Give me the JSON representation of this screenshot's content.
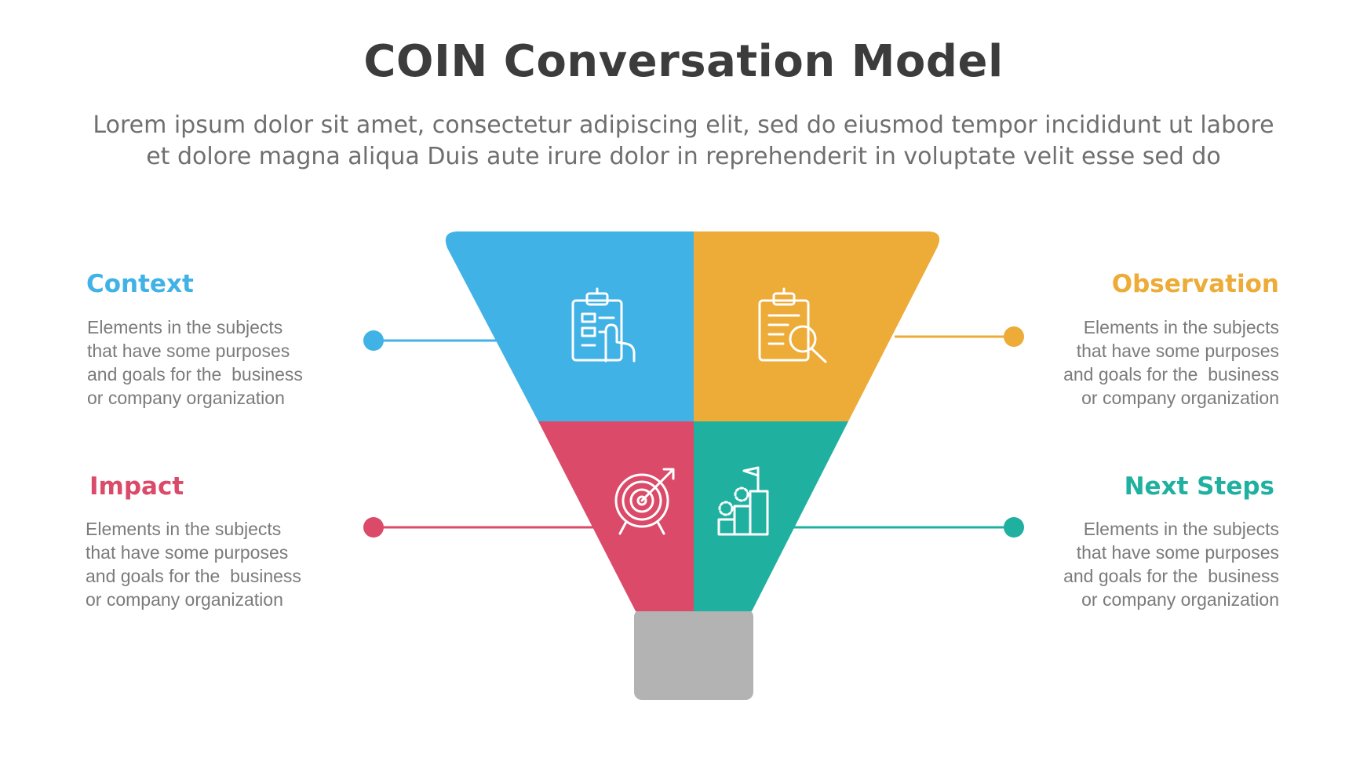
{
  "title": "COIN Conversation Model",
  "subtitle": {
    "line1": "Lorem ipsum dolor sit amet, consectetur adipiscing elit, sed do eiusmod tempor incididunt ut labore",
    "line2": "et dolore magna aliqua Duis aute irure dolor in reprehenderit in voluptate velit esse sed do"
  },
  "colors": {
    "context": "#40B2E6",
    "observation": "#EDAB37",
    "impact": "#DB4A69",
    "next_steps": "#20B0A0",
    "stem": "#B3B3B3",
    "title": "#3c3c3c",
    "text": "#7b7b7b"
  },
  "sections": {
    "context": {
      "heading": "Context",
      "icon": "clipboard-pointer-icon",
      "lines": [
        "Elements in the subjects",
        "that have some purposes",
        "and goals for the  business",
        "or company organization"
      ]
    },
    "observation": {
      "heading": "Observation",
      "icon": "clipboard-magnifier-icon",
      "lines": [
        "Elements in the subjects",
        "that have some purposes",
        "and goals for the  business",
        "or company organization"
      ]
    },
    "impact": {
      "heading": "Impact",
      "icon": "target-arrow-icon",
      "lines": [
        "Elements in the subjects",
        "that have some purposes",
        "and goals for the  business",
        "or company organization"
      ]
    },
    "next_steps": {
      "heading": "Next Steps",
      "icon": "stairs-flag-icon",
      "lines": [
        "Elements in the subjects",
        "that have some purposes",
        "and goals for the  business",
        "or company organization"
      ]
    }
  }
}
